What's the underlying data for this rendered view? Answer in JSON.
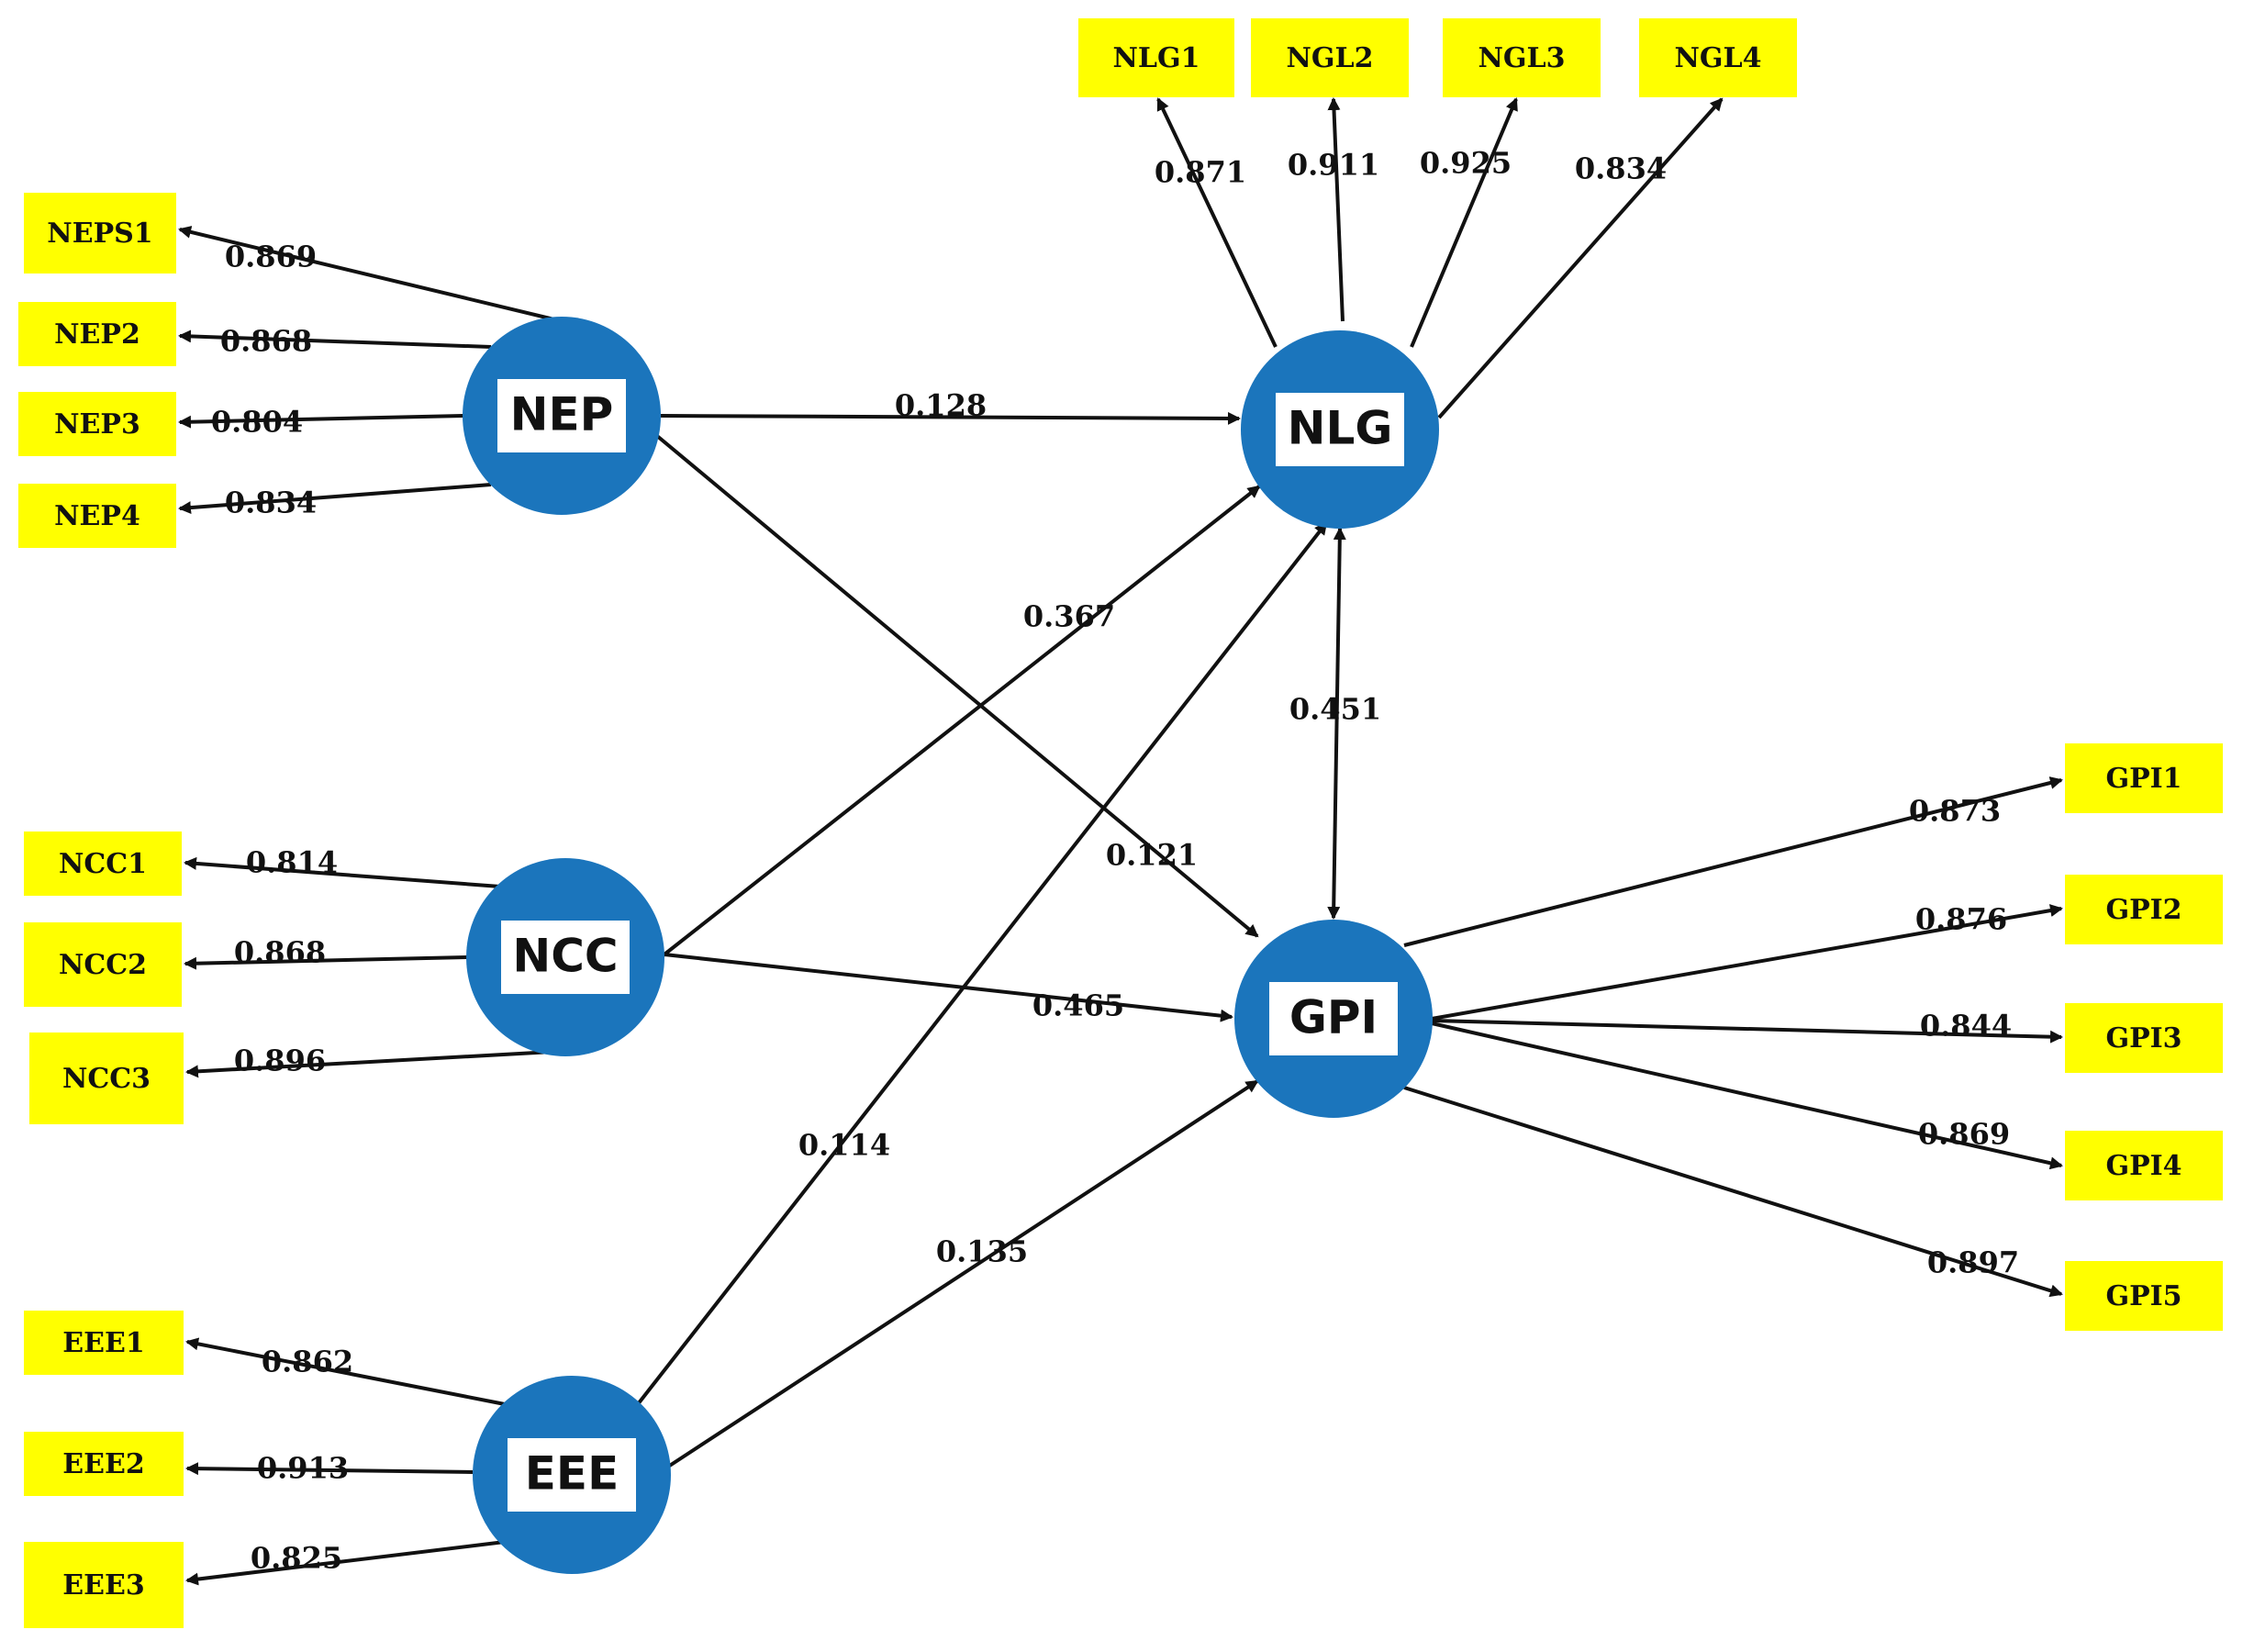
{
  "colors": {
    "latent_fill": "#1b75bc",
    "indicator_fill": "#ffff00",
    "label_box": "#ffffff",
    "edge": "#111111"
  },
  "latents": [
    {
      "id": "NEP",
      "label": "NEP"
    },
    {
      "id": "NCC",
      "label": "NCC"
    },
    {
      "id": "EEE",
      "label": "EEE"
    },
    {
      "id": "NLG",
      "label": "NLG"
    },
    {
      "id": "GPI",
      "label": "GPI"
    }
  ],
  "indicators": [
    {
      "id": "NEPS1",
      "label": "NEPS1",
      "latent": "NEP",
      "loading": "0.869"
    },
    {
      "id": "NEP2",
      "label": "NEP2",
      "latent": "NEP",
      "loading": "0.868"
    },
    {
      "id": "NEP3",
      "label": "NEP3",
      "latent": "NEP",
      "loading": "0.804"
    },
    {
      "id": "NEP4",
      "label": "NEP4",
      "latent": "NEP",
      "loading": "0.834"
    },
    {
      "id": "NCC1",
      "label": "NCC1",
      "latent": "NCC",
      "loading": "0.814"
    },
    {
      "id": "NCC2",
      "label": "NCC2",
      "latent": "NCC",
      "loading": "0.868"
    },
    {
      "id": "NCC3",
      "label": "NCC3",
      "latent": "NCC",
      "loading": "0.896"
    },
    {
      "id": "EEE1",
      "label": "EEE1",
      "latent": "EEE",
      "loading": "0.862"
    },
    {
      "id": "EEE2",
      "label": "EEE2",
      "latent": "EEE",
      "loading": "0.913"
    },
    {
      "id": "EEE3",
      "label": "EEE3",
      "latent": "EEE",
      "loading": "0.825"
    },
    {
      "id": "NLG1",
      "label": "NLG1",
      "latent": "NLG",
      "loading": "0.871"
    },
    {
      "id": "NGL2",
      "label": "NGL2",
      "latent": "NLG",
      "loading": "0.911"
    },
    {
      "id": "NGL3",
      "label": "NGL3",
      "latent": "NLG",
      "loading": "0.925"
    },
    {
      "id": "NGL4",
      "label": "NGL4",
      "latent": "NLG",
      "loading": "0.834"
    },
    {
      "id": "GPI1",
      "label": "GPI1",
      "latent": "GPI",
      "loading": "0.873"
    },
    {
      "id": "GPI2",
      "label": "GPI2",
      "latent": "GPI",
      "loading": "0.876"
    },
    {
      "id": "GPI3",
      "label": "GPI3",
      "latent": "GPI",
      "loading": "0.844"
    },
    {
      "id": "GPI4",
      "label": "GPI4",
      "latent": "GPI",
      "loading": "0.869"
    },
    {
      "id": "GPI5",
      "label": "GPI5",
      "latent": "GPI",
      "loading": "0.897"
    }
  ],
  "paths": [
    {
      "from": "NEP",
      "to": "NLG",
      "coef": "0.128"
    },
    {
      "from": "NEP",
      "to": "GPI",
      "coef": "0.121"
    },
    {
      "from": "NCC",
      "to": "NLG",
      "coef": "0.367"
    },
    {
      "from": "NCC",
      "to": "GPI",
      "coef": "0.465"
    },
    {
      "from": "EEE",
      "to": "NLG",
      "coef": "0.114"
    },
    {
      "from": "EEE",
      "to": "GPI",
      "coef": "0.135"
    },
    {
      "from": "NLG",
      "to": "GPI",
      "coef": "0.451",
      "bidirectional": true
    }
  ]
}
